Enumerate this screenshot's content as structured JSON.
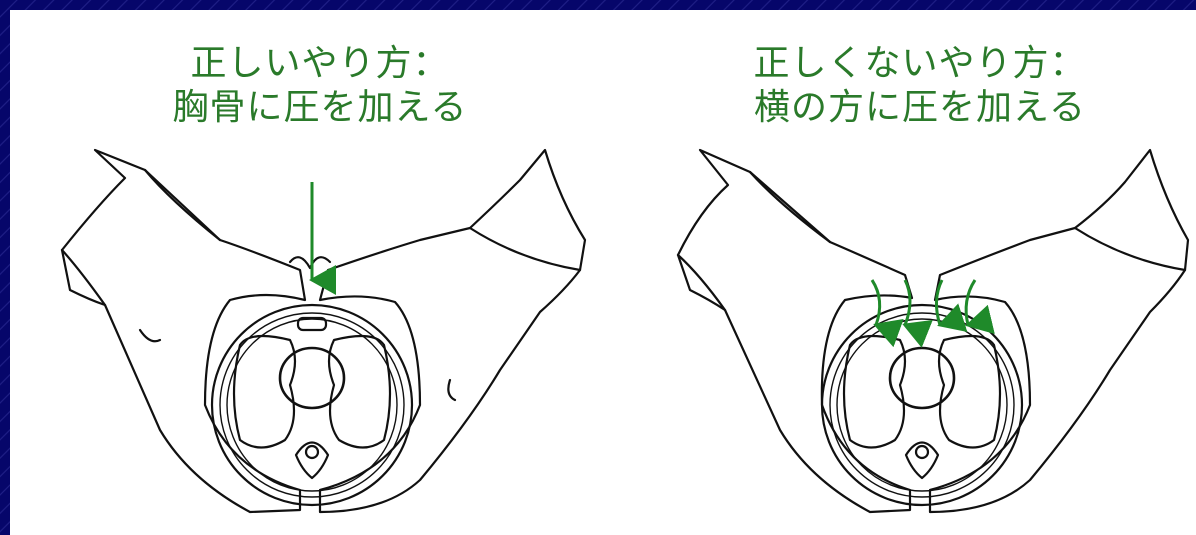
{
  "diagram": {
    "left": {
      "line1": "正しいやり方：",
      "line2": "胸骨に圧を加える"
    },
    "right": {
      "line1": "正しくないやり方：",
      "line2": "横の方に圧を加える"
    }
  },
  "colors": {
    "frame_blue": "#06066a",
    "caption_green": "#2a7a2a",
    "arrow_green": "#1f8a2a"
  }
}
